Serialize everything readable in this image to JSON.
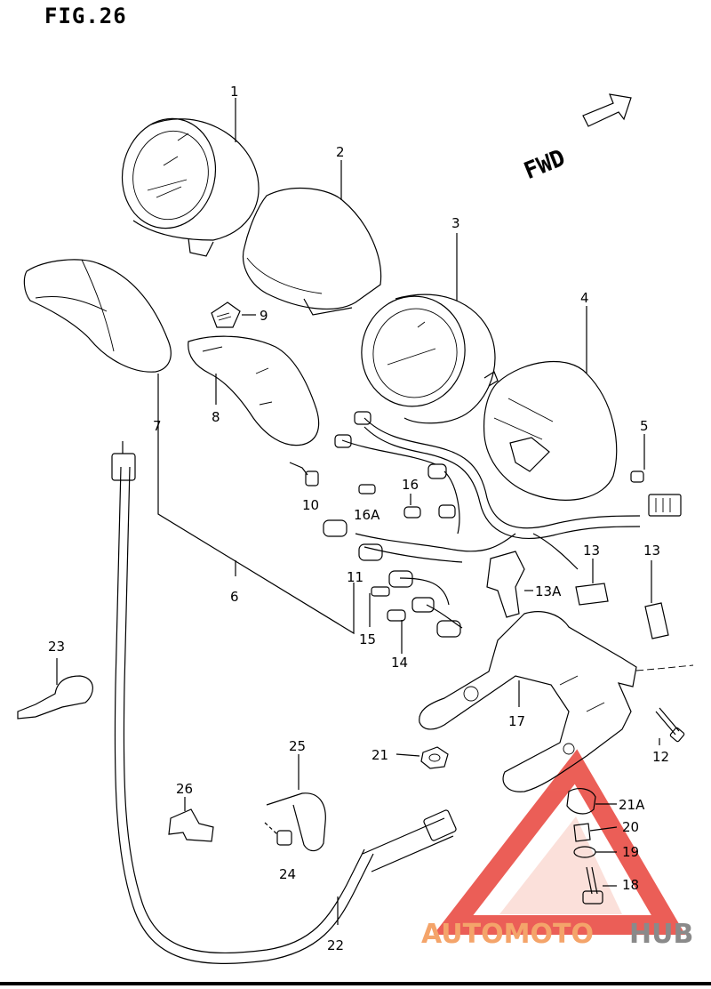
{
  "figure": {
    "title": "FIG.26",
    "direction_label": "FWD"
  },
  "parts": [
    {
      "label": "1"
    },
    {
      "label": "2"
    },
    {
      "label": "3"
    },
    {
      "label": "4"
    },
    {
      "label": "5"
    },
    {
      "label": "6"
    },
    {
      "label": "7"
    },
    {
      "label": "8"
    },
    {
      "label": "9"
    },
    {
      "label": "10"
    },
    {
      "label": "11"
    },
    {
      "label": "12"
    },
    {
      "label": "13"
    },
    {
      "label": "13"
    },
    {
      "label": "13A"
    },
    {
      "label": "14"
    },
    {
      "label": "15"
    },
    {
      "label": "16"
    },
    {
      "label": "16A"
    },
    {
      "label": "17"
    },
    {
      "label": "18"
    },
    {
      "label": "19"
    },
    {
      "label": "20"
    },
    {
      "label": "21"
    },
    {
      "label": "21A"
    },
    {
      "label": "22"
    },
    {
      "label": "23"
    },
    {
      "label": "24"
    },
    {
      "label": "25"
    },
    {
      "label": "26"
    }
  ],
  "watermark": {
    "part1": "AUTOMOTO",
    "part2": "HUB",
    "color_main": "#f4a46a",
    "color_hub": "#8a8a8a",
    "color_triangle": "#e8433a"
  }
}
